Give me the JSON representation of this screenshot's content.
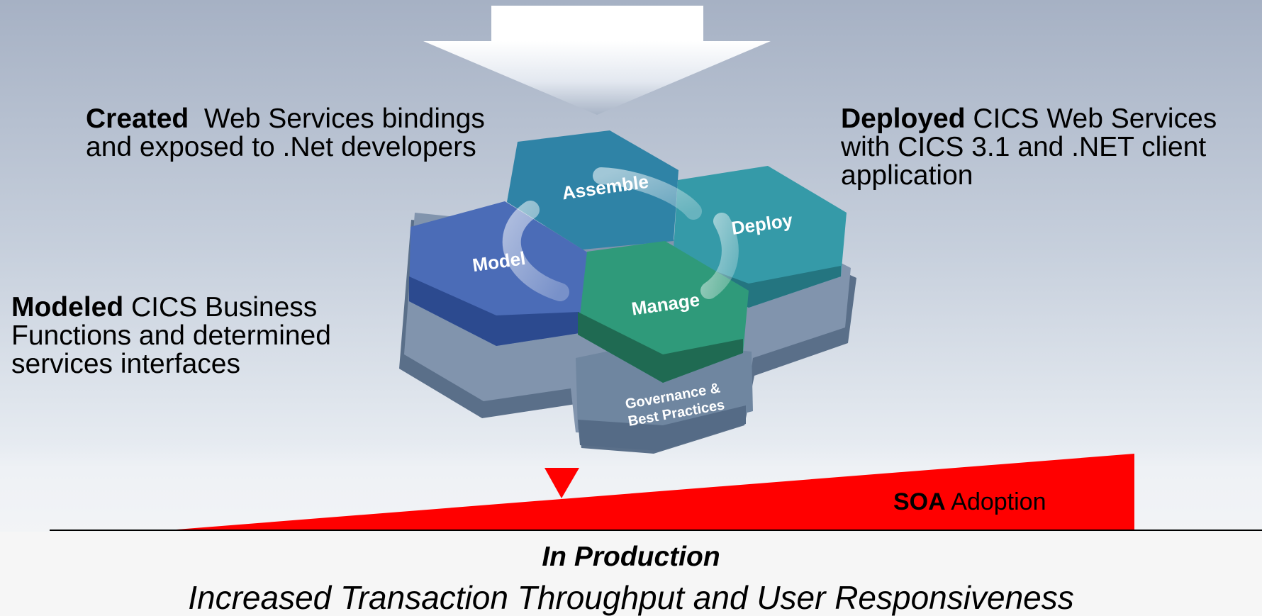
{
  "captions": {
    "created": {
      "strong": "Created",
      "rest": "Web Services bindings and exposed to .Net developers"
    },
    "deployed": {
      "strong": "Deployed",
      "rest": "CICS Web Services with CICS 3.1 and .NET client application"
    },
    "modeled": {
      "strong": "Modeled",
      "rest": "CICS Business Functions and determined services interfaces"
    }
  },
  "hexes": {
    "assemble": "Assemble",
    "deploy": "Deploy",
    "model": "Model",
    "manage": "Manage",
    "governance_line1": "Governance &",
    "governance_line2": "Best Practices"
  },
  "adoption": {
    "strong": "SOA",
    "rest": "Adoption"
  },
  "production": {
    "title": "In Production",
    "subtitle": "Increased Transaction Throughput and User Responsiveness"
  },
  "colors": {
    "assemble": "#2f83a6",
    "deploy": "#359aa8",
    "model": "#4b6cb7",
    "manage": "#2f9a7a",
    "governance": "#6f86a0",
    "adoption": "#ff0000"
  }
}
